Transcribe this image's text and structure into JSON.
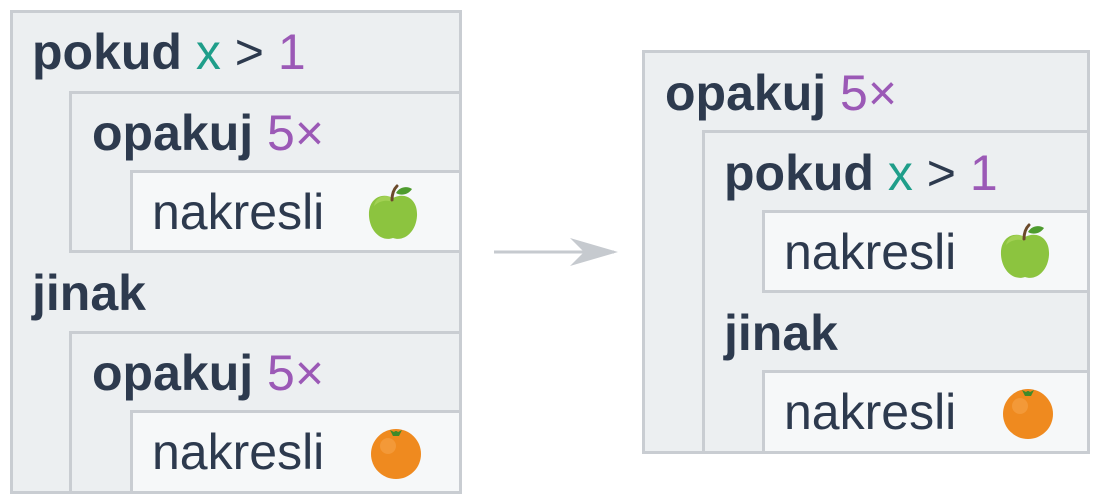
{
  "left": {
    "if_keyword": "pokud",
    "if_var": "x",
    "if_op": ">",
    "if_num": "1",
    "repeat1_keyword": "opakuj",
    "repeat1_count": "5×",
    "draw1": "nakresli",
    "fruit1": "apple-icon",
    "else_keyword": "jinak",
    "repeat2_keyword": "opakuj",
    "repeat2_count": "5×",
    "draw2": "nakresli",
    "fruit2": "orange-icon"
  },
  "right": {
    "repeat_keyword": "opakuj",
    "repeat_count": "5×",
    "if_keyword": "pokud",
    "if_var": "x",
    "if_op": ">",
    "if_num": "1",
    "draw1": "nakresli",
    "fruit1": "apple-icon",
    "else_keyword": "jinak",
    "draw2": "nakresli",
    "fruit2": "orange-icon"
  },
  "colors": {
    "keyword": "#2d3a4e",
    "variable": "#1f9e8a",
    "number": "#9b59b6",
    "block_border": "#c9cdd2",
    "block_fill": "#eceff1",
    "arrow": "#c6cacf"
  }
}
